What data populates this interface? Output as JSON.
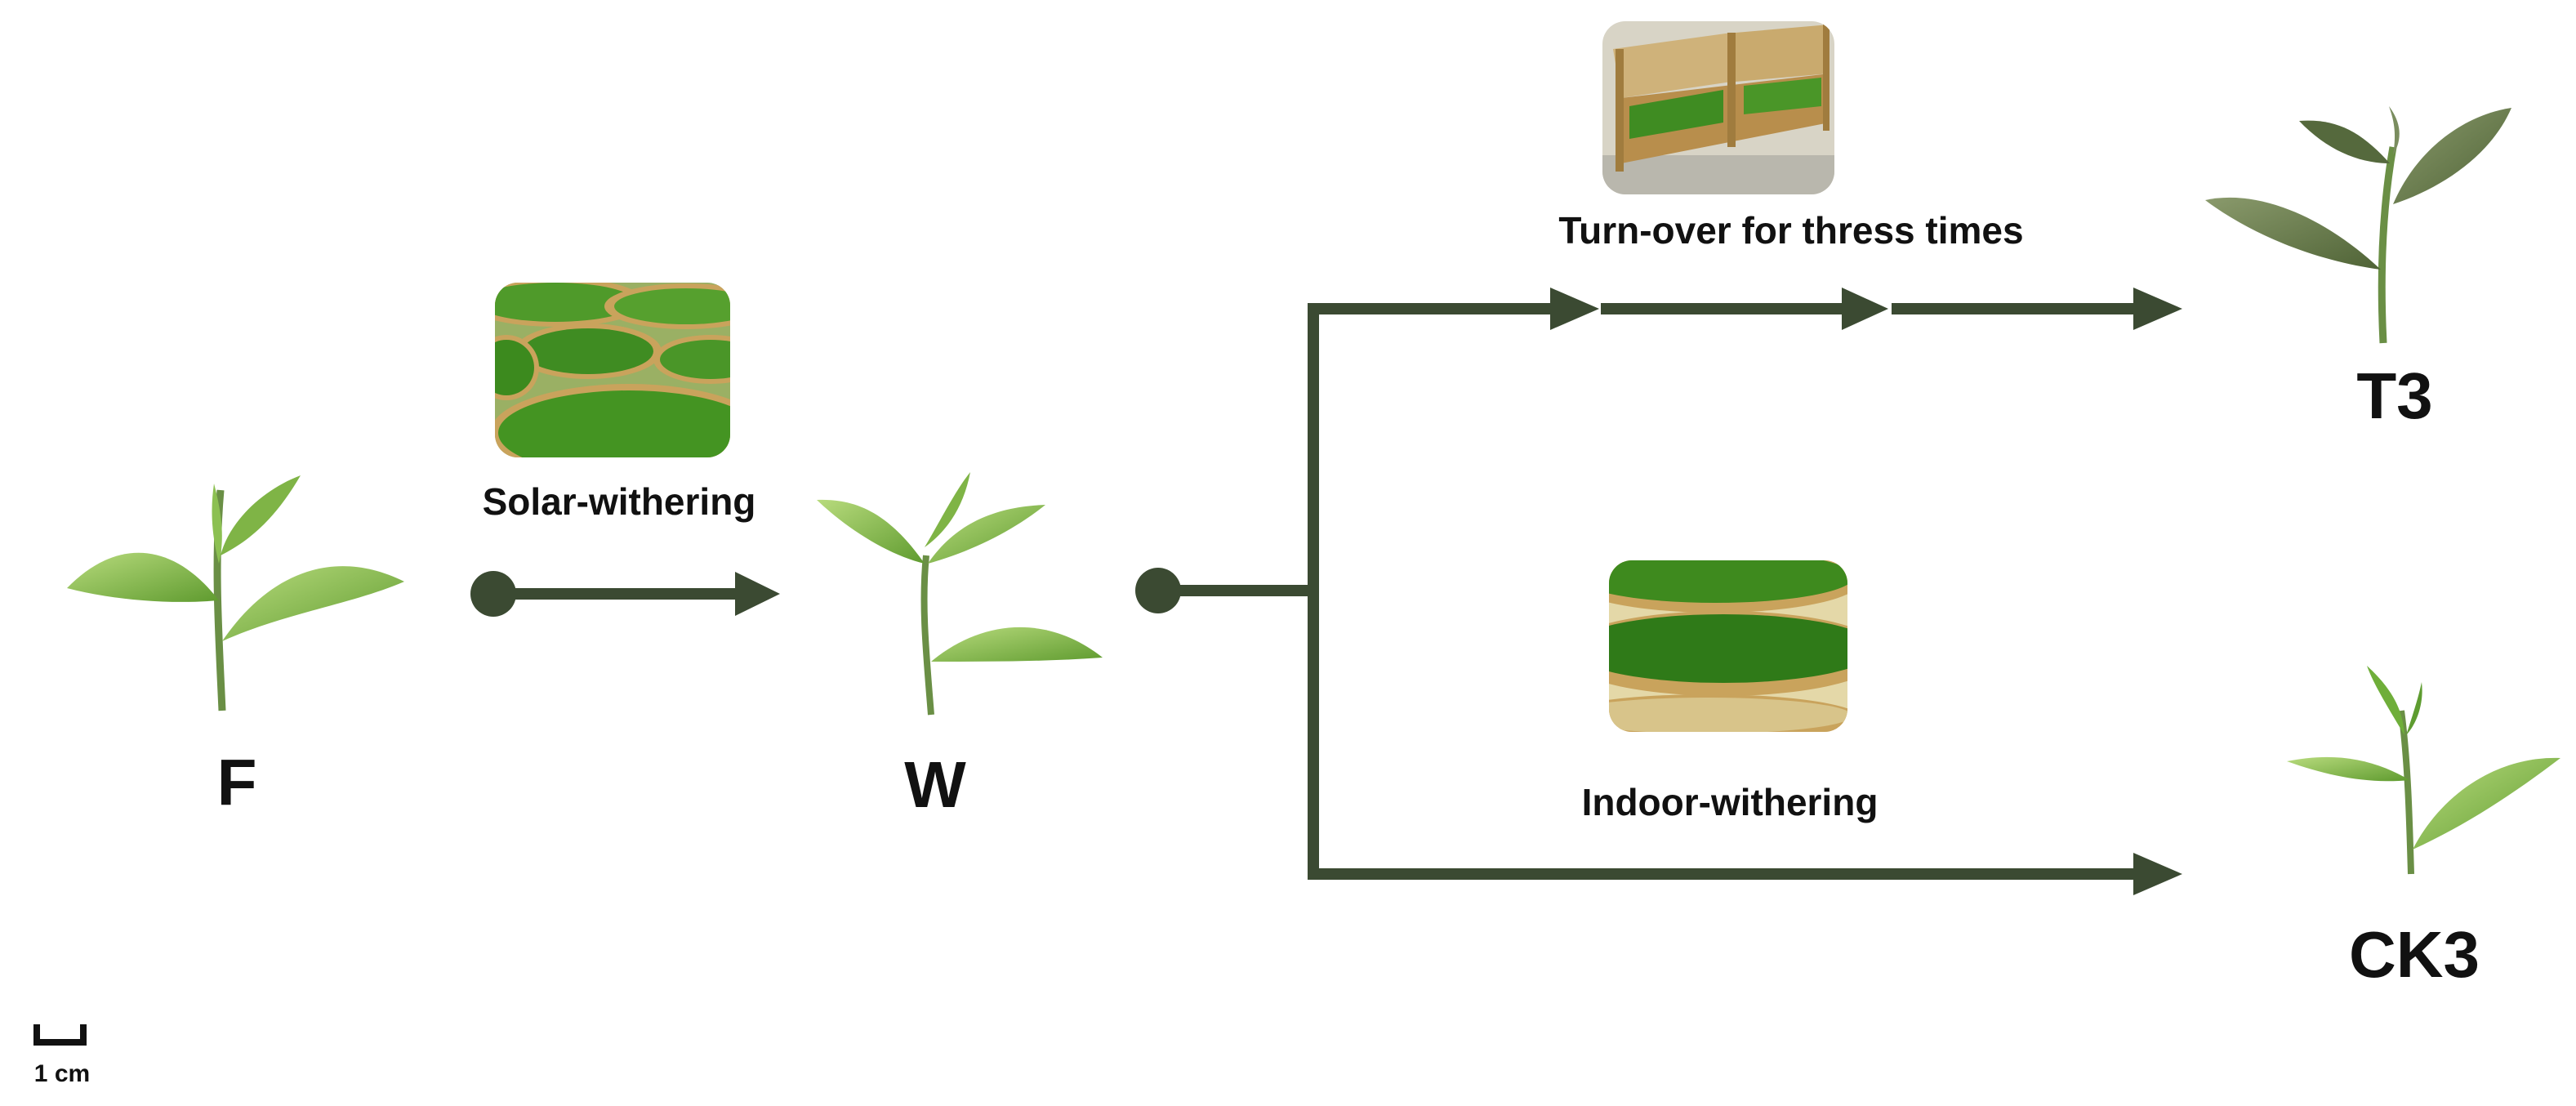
{
  "colors": {
    "arrow": "#3b4a32",
    "leaf_light": "#a7cf6a",
    "leaf_mid": "#6fae3a",
    "leaf_dark": "#4f7e2c",
    "leaf_old": "#6d7f56",
    "stem": "#6a8f45",
    "bamboo": "#c9a35c",
    "tea_green": "#3e8a1e",
    "text": "#111111"
  },
  "stages": {
    "fresh": "F",
    "withered": "W",
    "turnover": "T3",
    "control": "CK3"
  },
  "processes": {
    "solar": "Solar-withering",
    "turnover": "Turn-over for thress times",
    "indoor": "Indoor-withering"
  },
  "photos": {
    "solar": "solar-withering-trays-photo",
    "turnover": "turnover-rack-photo",
    "indoor": "indoor-withering-trays-photo"
  },
  "scale_bar": {
    "label": "1 cm"
  }
}
